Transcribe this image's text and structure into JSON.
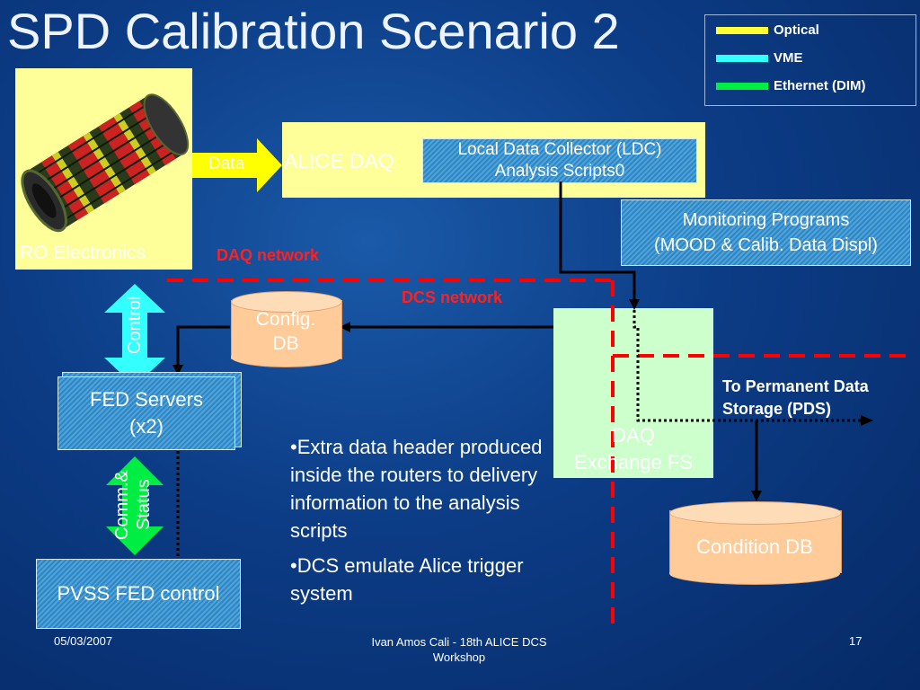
{
  "slide": {
    "title": "SPD Calibration Scenario 2",
    "legend": [
      {
        "label": "Optical",
        "color": "#ffff33"
      },
      {
        "label": "VME",
        "color": "#33ffff"
      },
      {
        "label": "Ethernet (DIM)",
        "color": "#00ee44"
      }
    ],
    "ro_electronics": "RO Electronics",
    "data_arrow": "Data",
    "alice_daq": "ALICE DAQ",
    "ldc_line1": "Local Data Collector (LDC)",
    "ldc_line2": "Analysis Scripts0",
    "monitor_line1": "Monitoring Programs",
    "monitor_line2": "(MOOD & Calib. Data Displ)",
    "daq_network": "DAQ network",
    "dcs_network": "DCS network",
    "config_db_line1": "Config.",
    "config_db_line2": "DB",
    "control": "Control",
    "fed_servers_line1": "FED Servers",
    "fed_servers_line2": "(x2)",
    "comm_status_line1": "Comm.&",
    "comm_status_line2": "Status",
    "pvss": "PVSS FED control",
    "daq_exchange_line1": "DAQ",
    "daq_exchange_line2": "Exchange FS",
    "pds_line1": "To Permanent Data",
    "pds_line2": "Storage (PDS)",
    "condition_db": "Condition DB",
    "bullet1": "•Extra data header produced inside the routers to delivery information to the analysis scripts",
    "bullet2": "•DCS emulate Alice trigger system",
    "footer_date": "05/03/2007",
    "footer_center_line1": "Ivan Amos Cali - 18th ALICE DCS",
    "footer_center_line2": "Workshop",
    "footer_page": "17",
    "colors": {
      "network_dash": "#ff0000",
      "box_yellow": "#ffff99",
      "exchange_green": "#ccffcc",
      "db_orange": "#ffcc99"
    }
  }
}
